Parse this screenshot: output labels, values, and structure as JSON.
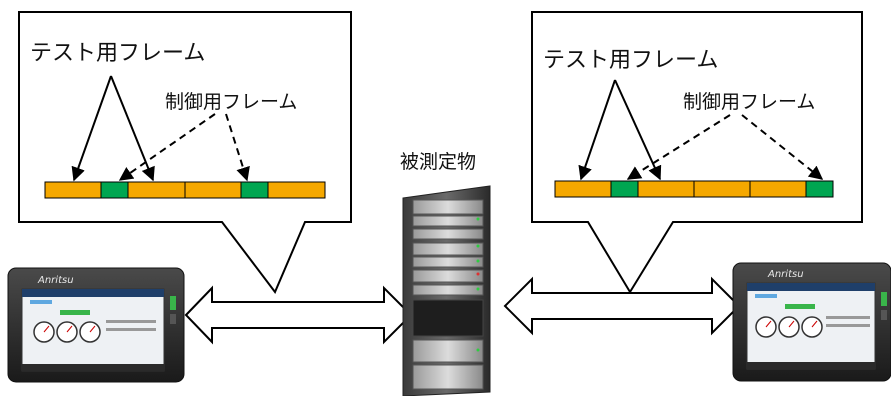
{
  "labels": {
    "test_frame": "テスト用フレーム",
    "control_frame": "制御用フレーム",
    "dut": "被測定物",
    "brand": "Anritsu"
  },
  "colors": {
    "test_frame": "#f5a800",
    "control_frame": "#00a651",
    "callout_border": "#000000",
    "arrow_fill": "#ffffff"
  },
  "frame_strip_left": [
    "test",
    "control",
    "test",
    "test",
    "control",
    "test"
  ],
  "frame_strip_right": [
    "test",
    "control",
    "test",
    "test",
    "test",
    "control"
  ]
}
